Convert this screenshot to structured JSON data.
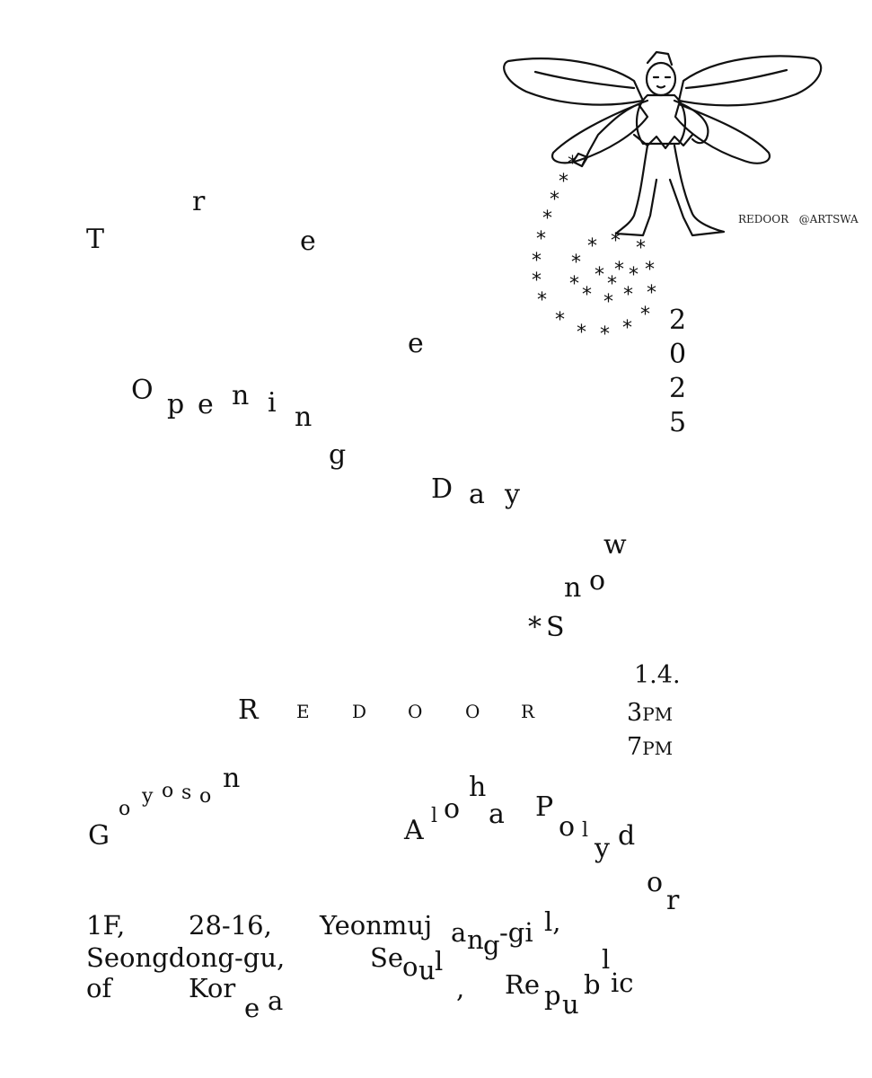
{
  "title_letters": {
    "T": "T",
    "r": "r",
    "e1": "e",
    "e2": "e"
  },
  "opening_letters": {
    "O": "O",
    "p": "p",
    "e": "e",
    "n1": "n",
    "i": "i",
    "n2": "n",
    "g": "g"
  },
  "day_letters": {
    "D": "D",
    "a": "a",
    "y": "y"
  },
  "snow_letters": {
    "star": "*",
    "S": "S",
    "n": "n",
    "o": "o",
    "w": "w"
  },
  "year_digits": [
    "2",
    "0",
    "2",
    "5"
  ],
  "redoor_letters": [
    "R",
    "E",
    "D",
    "O",
    "O",
    "R"
  ],
  "schedule": {
    "date": "1.4.",
    "start_num": "3",
    "start_unit": "PM",
    "end_num": "7",
    "end_unit": "PM"
  },
  "goyoson_letters": [
    "G",
    "o",
    "y",
    "o",
    "s",
    "o",
    "n"
  ],
  "aloha_letters": {
    "A": "A",
    "l1": "l",
    "o1": "o",
    "h": "h",
    "a": "a",
    "P": "P",
    "o2": "o",
    "l2": "l",
    "y": "y",
    "d": "d",
    "o3": "o",
    "r": "r"
  },
  "address": {
    "line1": [
      "1F,",
      "28-16,",
      "Yeonmuj",
      "a",
      "n",
      "g",
      "-gi",
      "l,"
    ],
    "line2": [
      "Seongdong-gu,",
      "Se",
      "o",
      "u",
      "l",
      ",",
      "Re",
      "p",
      "u",
      "b",
      "l",
      "ic"
    ],
    "line3": [
      "of",
      "Kor",
      "e",
      "a"
    ]
  },
  "illustration": {
    "subject": "fairy-with-wand-sprinkling-stars",
    "credit_left": "REDOOR",
    "credit_right": "@ARTSWA"
  },
  "spiral_star_glyph": "*",
  "colors": {
    "ink": "#111111",
    "background": "#ffffff"
  }
}
